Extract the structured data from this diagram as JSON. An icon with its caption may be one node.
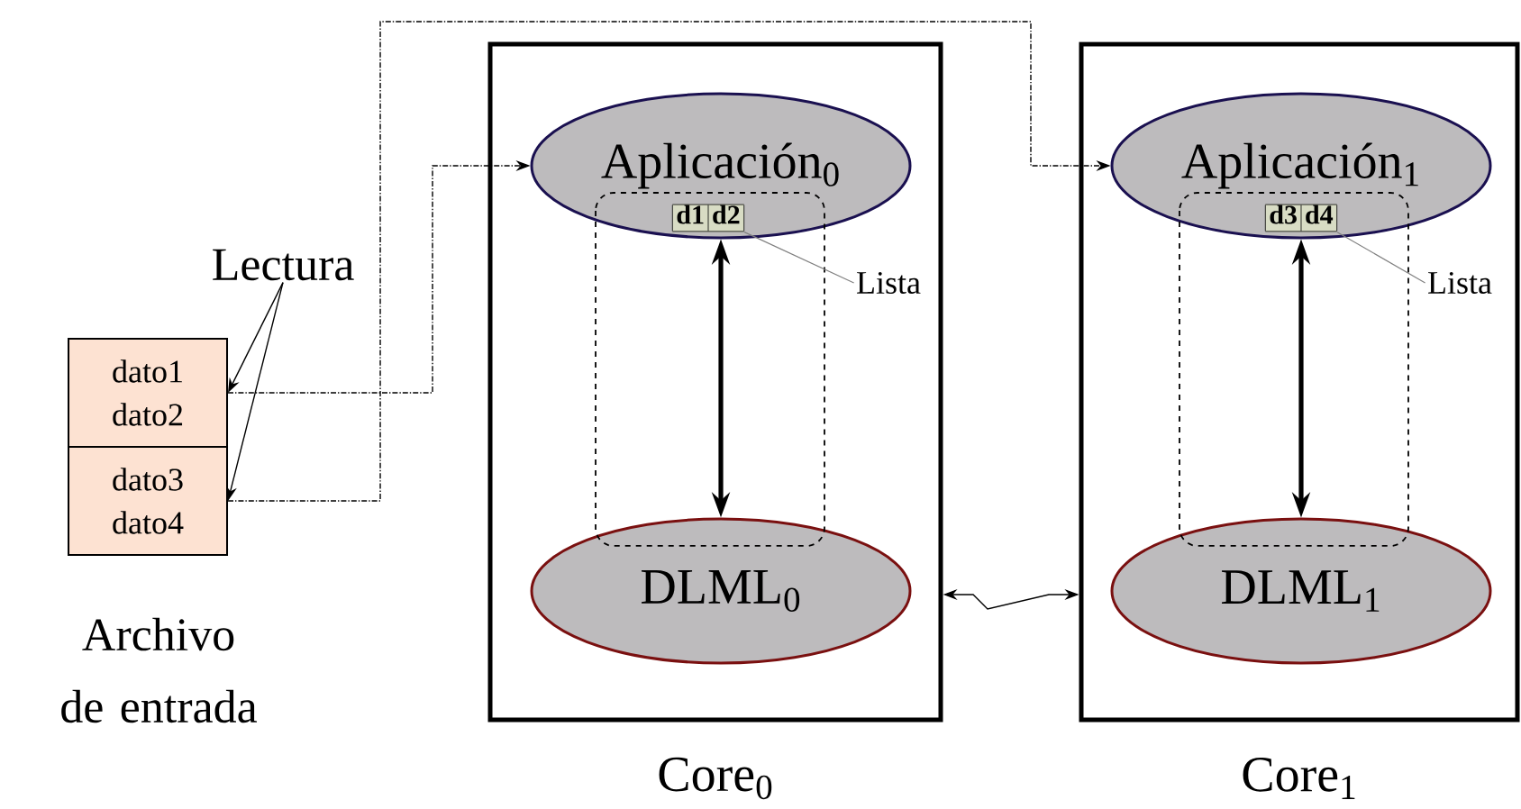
{
  "diagram": {
    "nodes": [
      {
        "text": [
          "Core$_{0}$"
        ]
      },
      {
        "text": [
          "Aplicación$_{0}$"
        ],
        "in": 0
      },
      {
        "text": [
          "DLML$_{0}$"
        ],
        "in": 0
      },
      {
        "text": [
          "d1",
          "d2"
        ],
        "in": 1
      },
      {
        "text": [
          "Lista"
        ],
        "in": 0
      },
      {
        "text": [
          "Core$_{1}$"
        ]
      },
      {
        "text": [
          "Aplicación$_{1}$"
        ],
        "in": 5
      },
      {
        "text": [
          "DLML$_{1}$"
        ],
        "in": 5
      },
      {
        "text": [
          "d3",
          "d4"
        ],
        "in": 6
      },
      {
        "text": [
          "Lista"
        ],
        "in": 5
      },
      {
        "text": [
          "Lectura"
        ]
      },
      {
        "text": [
          "dato1",
          "dato2"
        ]
      },
      {
        "text": [
          "dato3",
          "dato4"
        ]
      }
    ],
    "edges": [
      {
        "from": 1,
        "to": 2,
        "arrow": "both",
        "style": "thick"
      },
      {
        "from": 6,
        "to": 7,
        "arrow": "both",
        "style": "thick"
      },
      {
        "from": 4,
        "to": 3,
        "arrow": "none",
        "color": "#808080"
      },
      {
        "from": 9,
        "to": 8,
        "arrow": "none",
        "color": "#808080"
      },
      {
        "from": 10,
        "to": 11,
        "arrow": "to"
      },
      {
        "from": 10,
        "to": 12,
        "arrow": "to"
      },
      {
        "from": 11,
        "to": 1,
        "arrow": "to",
        "style": "dashed"
      },
      {
        "from": 12,
        "to": 6,
        "arrow": "to",
        "style": "dashed"
      },
      {
        "from": 0,
        "to": 5,
        "arrow": "both"
      }
    ],
    "labels": [
      "Archivo de entrada"
    ]
  }
}
